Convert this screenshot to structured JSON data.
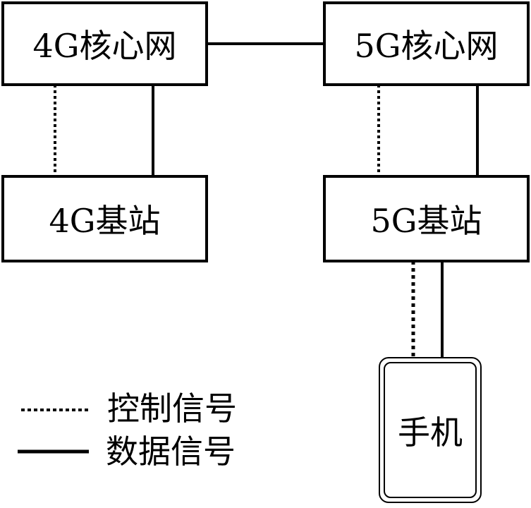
{
  "nodes": {
    "core_4g": {
      "label": "4G核心网"
    },
    "core_5g": {
      "label": "5G核心网"
    },
    "base_4g": {
      "label": "4G基站"
    },
    "base_5g": {
      "label": "5G基站"
    },
    "phone": {
      "label": "手机"
    }
  },
  "edges": [
    {
      "from": "core_4g",
      "to": "core_5g",
      "type": "data"
    },
    {
      "from": "core_4g",
      "to": "base_4g",
      "type": "control"
    },
    {
      "from": "core_4g",
      "to": "base_4g",
      "type": "data"
    },
    {
      "from": "core_5g",
      "to": "base_5g",
      "type": "control"
    },
    {
      "from": "core_5g",
      "to": "base_5g",
      "type": "data"
    },
    {
      "from": "base_5g",
      "to": "phone",
      "type": "control"
    },
    {
      "from": "base_5g",
      "to": "phone",
      "type": "data"
    }
  ],
  "legend": {
    "control": {
      "label": "控制信号",
      "style": "dotted"
    },
    "data": {
      "label": "数据信号",
      "style": "solid"
    }
  }
}
